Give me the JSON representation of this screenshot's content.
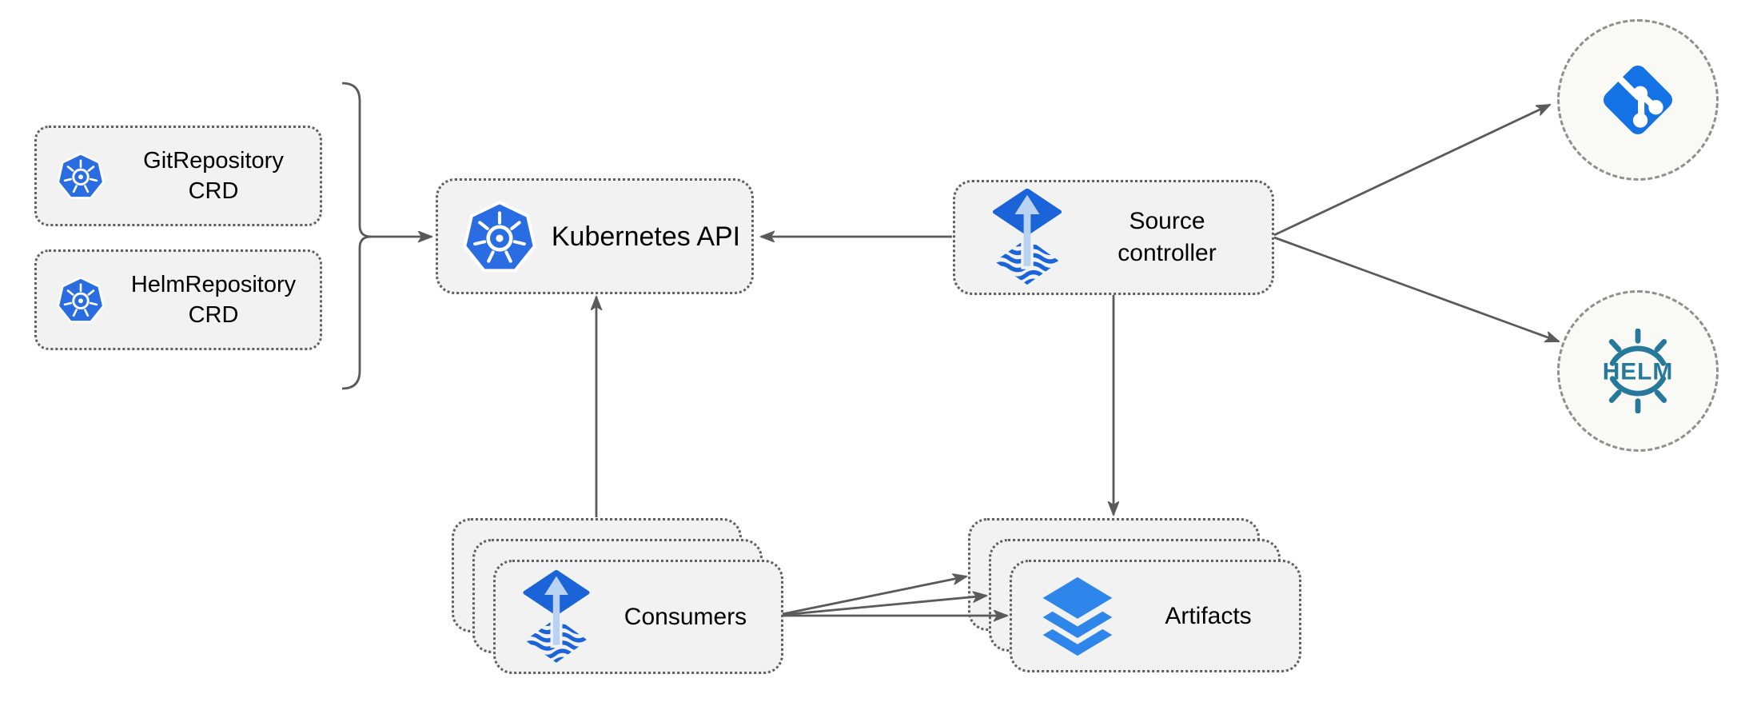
{
  "diagram": {
    "nodes": {
      "git_crd": {
        "label": "GitRepository\nCRD",
        "icon": "kubernetes-icon"
      },
      "helm_crd": {
        "label": "HelmRepository\nCRD",
        "icon": "kubernetes-icon"
      },
      "k8s_api": {
        "label": "Kubernetes API",
        "icon": "kubernetes-icon"
      },
      "source_controller": {
        "label": "Source\ncontroller",
        "icon": "flux-source-icon"
      },
      "consumers": {
        "label": "Consumers",
        "icon": "flux-source-icon",
        "stacked": 3
      },
      "artifacts": {
        "label": "Artifacts",
        "icon": "layers-icon",
        "stacked": 3
      },
      "git_repository": {
        "icon": "git-icon"
      },
      "helm_repository": {
        "icon": "helm-icon",
        "label": "HELM"
      }
    },
    "edges": [
      {
        "from": "git_crd,helm_crd",
        "to": "k8s_api",
        "style": "bracket-arrow"
      },
      {
        "from": "source_controller",
        "to": "k8s_api"
      },
      {
        "from": "consumers",
        "to": "k8s_api"
      },
      {
        "from": "source_controller",
        "to": "artifacts"
      },
      {
        "from": "source_controller",
        "to": "git_repository"
      },
      {
        "from": "source_controller",
        "to": "helm_repository"
      },
      {
        "from": "consumers",
        "to": "artifacts",
        "arrows": 3
      }
    ],
    "colors": {
      "kubernetes_blue": "#2a6ce2",
      "flux_blue": "#1b63d9",
      "flux_arrow_light": "#b9d2f2",
      "git_blue": "#1372e4",
      "layers_blue": "#2e86ea",
      "helm_teal": "#27799c",
      "node_fill": "#f2f2f2",
      "circle_fill": "#f9f9f6",
      "edge_gray": "#5a5a5a",
      "text": "#000000"
    }
  }
}
